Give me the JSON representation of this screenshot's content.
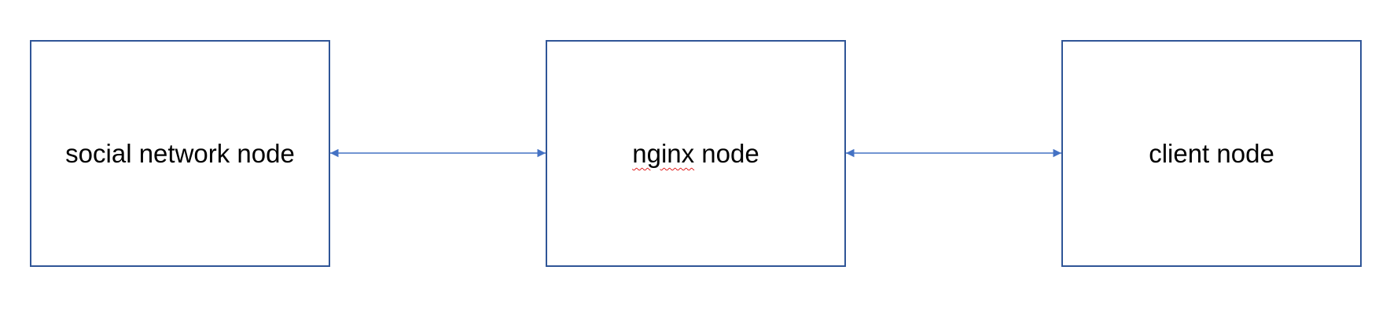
{
  "nodes": {
    "social": {
      "label": "social network node"
    },
    "nginx": {
      "label_word1": "nginx",
      "label_rest": " node"
    },
    "client": {
      "label": "client node"
    }
  },
  "connections": [
    {
      "from": "social network node",
      "to": "nginx node",
      "direction": "bidirectional"
    },
    {
      "from": "nginx node",
      "to": "client node",
      "direction": "bidirectional"
    }
  ],
  "colors": {
    "box_border": "#2f5597",
    "arrow": "#4472c4",
    "spellcheck_underline": "#e02020",
    "text": "#000000"
  }
}
